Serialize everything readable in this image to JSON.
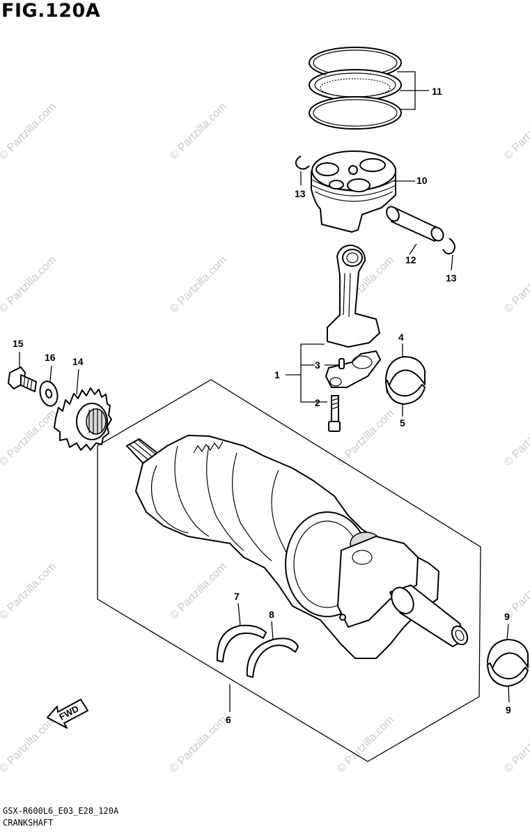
{
  "figure": {
    "title": "FIG.120A",
    "model_code": "GSX-R600L6_E03_E28_120A",
    "section_name": "CRANKSHAFT"
  },
  "watermark": {
    "text": "© Partzilla.com"
  },
  "fwd_label": "FWD",
  "callouts": {
    "c1": "1",
    "c2": "2",
    "c3": "3",
    "c4": "4",
    "c5": "5",
    "c6": "6",
    "c7": "7",
    "c8": "8",
    "c9a": "9",
    "c9b": "9",
    "c10": "10",
    "c11": "11",
    "c12": "12",
    "c13a": "13",
    "c13b": "13",
    "c14": "14",
    "c15": "15",
    "c16": "16"
  }
}
